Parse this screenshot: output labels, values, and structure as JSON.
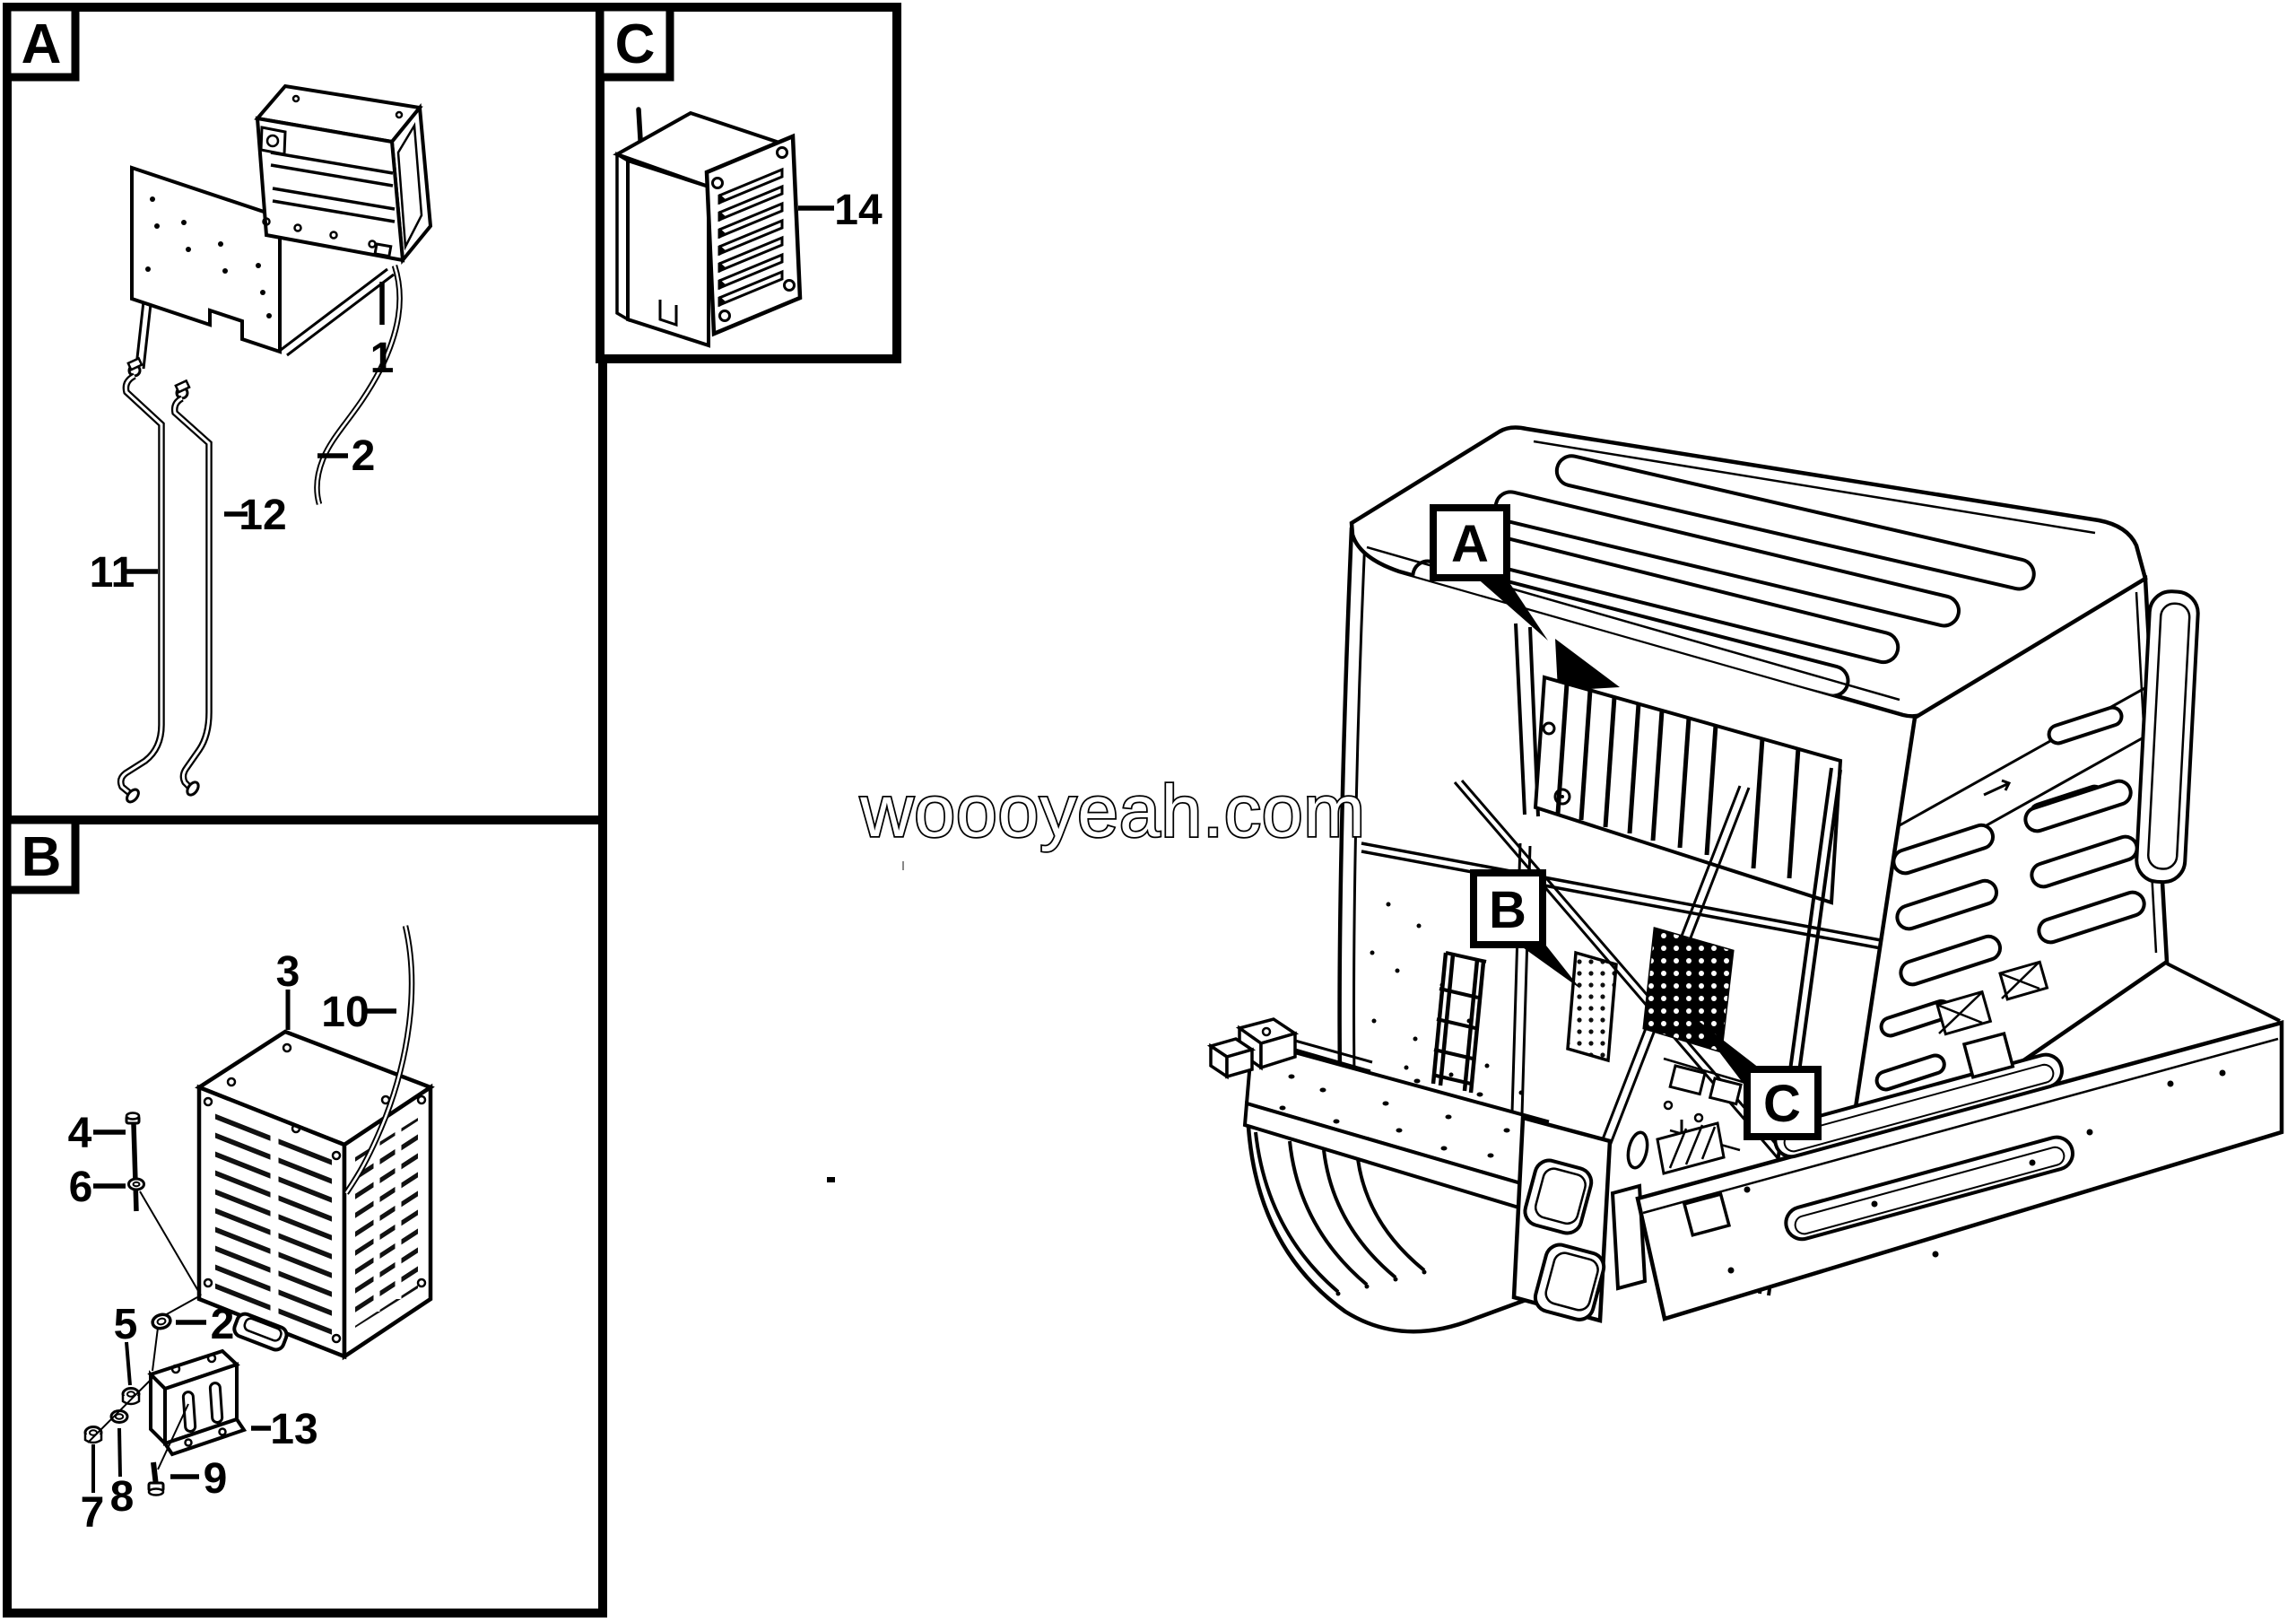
{
  "watermark": {
    "text": "woooyeah.com"
  },
  "colors": {
    "line": "#000000",
    "background": "#ffffff"
  },
  "panels": {
    "a": {
      "label": "A",
      "parts": {
        "n1": "1",
        "n2": "2",
        "n11": "11",
        "n12": "12"
      }
    },
    "b": {
      "label": "B",
      "parts": {
        "n2": "2",
        "n3": "3",
        "n4": "4",
        "n5": "5",
        "n6": "6",
        "n7": "7",
        "n8": "8",
        "n9": "9",
        "n10": "10",
        "n13": "13"
      }
    },
    "c": {
      "label": "C",
      "parts": {
        "n14": "14"
      }
    }
  },
  "truck": {
    "callouts": {
      "a": "A",
      "b": "B",
      "c": "C"
    }
  }
}
